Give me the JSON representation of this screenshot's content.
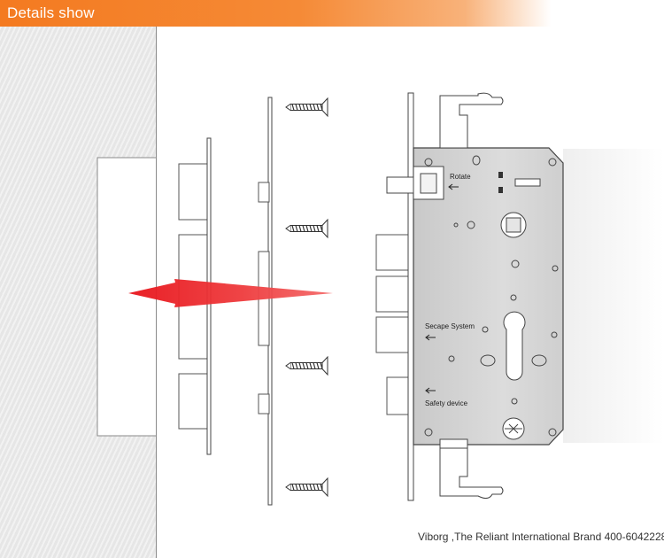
{
  "banner": {
    "title": "Details show"
  },
  "labels": {
    "rotate": "Rotate",
    "secape": "Secape System",
    "safety": "Safety device"
  },
  "footer": {
    "text": "Viborg ,The Reliant International Brand 400-6042228"
  },
  "colors": {
    "banner_orange": "#f47a20",
    "arrow_red": "#e8141b",
    "plate_gray": "#d2d2d2",
    "wall_gray": "#ebebeb"
  },
  "icons": [
    "screw-icon",
    "arrow-left-icon",
    "red-arrow-icon"
  ]
}
